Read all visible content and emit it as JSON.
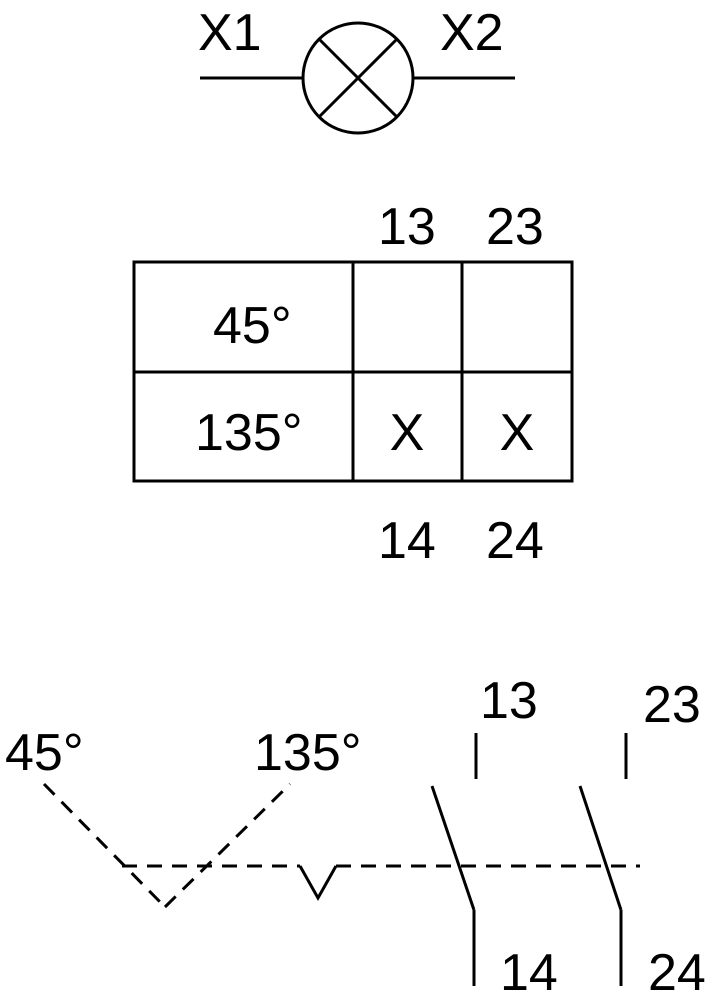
{
  "lamp": {
    "terminal_left": "X1",
    "terminal_right": "X2"
  },
  "table": {
    "top_terminals": [
      "13",
      "23"
    ],
    "bottom_terminals": [
      "14",
      "24"
    ],
    "rows": [
      {
        "position": "45°",
        "cells": [
          "",
          ""
        ]
      },
      {
        "position": "135°",
        "cells": [
          "X",
          "X"
        ]
      }
    ]
  },
  "switch": {
    "position_left": "45°",
    "position_right": "135°",
    "contact_1_top": "13",
    "contact_1_bottom": "14",
    "contact_2_top": "23",
    "contact_2_bottom": "24"
  }
}
